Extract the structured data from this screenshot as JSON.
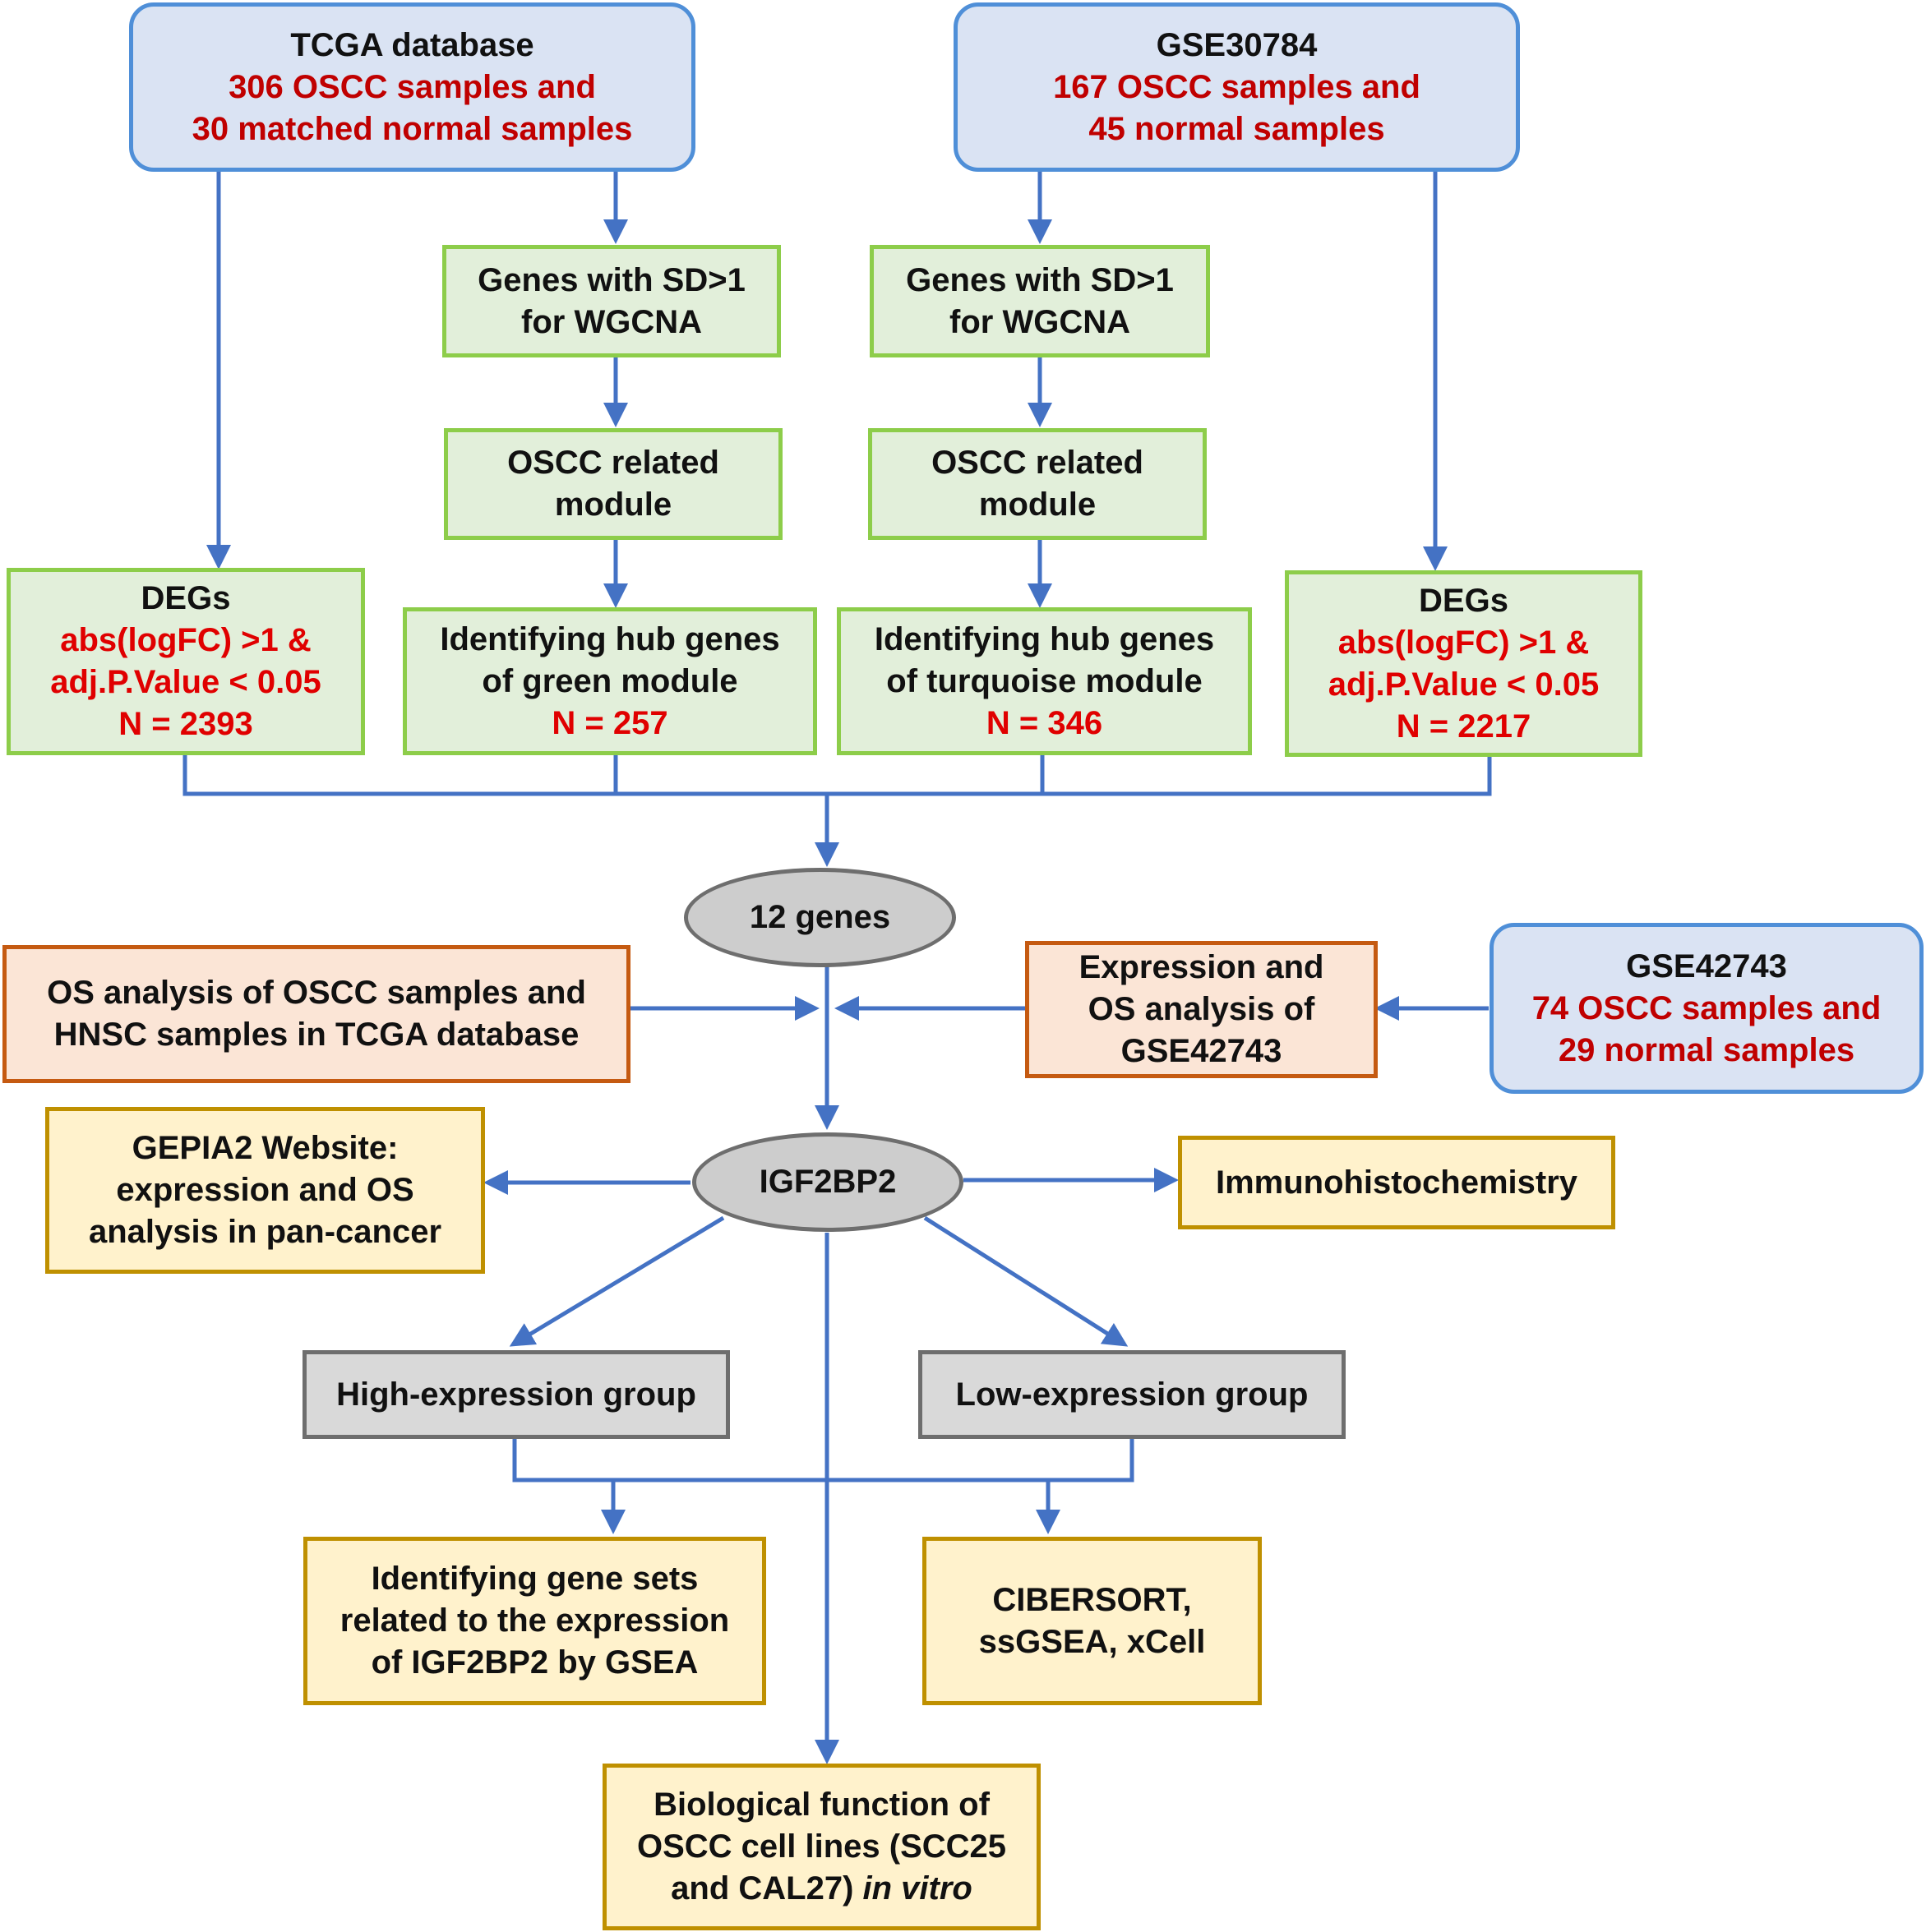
{
  "colors": {
    "connector": "#4472c4",
    "highlight_text": "#c00000",
    "blue_fill": "#dae3f3",
    "green_fill": "#e2efda",
    "orange_fill": "#fbe5d6",
    "yellow_fill": "#fff2cc",
    "gray_fill": "#d9d9d9"
  },
  "tcga": {
    "title": "TCGA database",
    "line1": "306 OSCC samples and",
    "line2": "30 matched normal samples"
  },
  "gse30784": {
    "title": "GSE30784",
    "line1": "167 OSCC samples and",
    "line2": "45  normal samples"
  },
  "sd_left": {
    "line1": "Genes with SD>1",
    "line2": "for WGCNA"
  },
  "sd_right": {
    "line1": "Genes with SD>1",
    "line2": "for WGCNA"
  },
  "module_left": {
    "line1": "OSCC related",
    "line2": "module"
  },
  "module_right": {
    "line1": "OSCC related",
    "line2": "module"
  },
  "degs_left": {
    "title": "DEGs",
    "line1": "abs(logFC) >1 &",
    "line2": "adj.P.Value < 0.05",
    "line3": "N = 2393"
  },
  "hub_green": {
    "line1": "Identifying hub genes",
    "line2": "of green module",
    "count": "N = 257"
  },
  "hub_turquoise": {
    "line1": "Identifying hub genes",
    "line2": "of turquoise module",
    "count": "N = 346"
  },
  "degs_right": {
    "title": "DEGs",
    "line1": "abs(logFC) >1 &",
    "line2": "adj.P.Value < 0.05",
    "line3": "N = 2217"
  },
  "genes12": "12 genes",
  "os_tcga": {
    "line1": "OS analysis of OSCC samples and",
    "line2": "HNSC samples in TCGA database"
  },
  "expr_gse42743": {
    "line1": "Expression and",
    "line2": "OS analysis of",
    "line3": "GSE42743"
  },
  "gse42743": {
    "title": "GSE42743",
    "line1": "74 OSCC samples and",
    "line2": "29  normal samples"
  },
  "gepia2": {
    "line1": "GEPIA2 Website:",
    "line2": "expression and OS",
    "line3": "analysis in pan-cancer"
  },
  "igf2bp2": "IGF2BP2",
  "ihc": "Immunohistochemistry",
  "high_group": "High-expression group",
  "low_group": "Low-expression group",
  "gsea": {
    "line1": "Identifying gene sets",
    "line2": "related to the expression",
    "line3": "of IGF2BP2 by GSEA"
  },
  "cibersort": {
    "line1": "CIBERSORT,",
    "line2": "ssGSEA, xCell"
  },
  "biofunc": {
    "line1": "Biological function of",
    "line2": "OSCC cell lines (SCC25",
    "line3": "and CAL27)",
    "line3_italic": "in vitro"
  }
}
